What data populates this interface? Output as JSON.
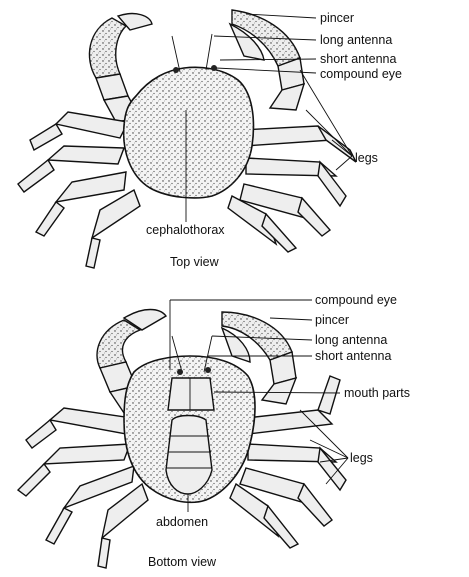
{
  "top_view": {
    "caption": "Top view",
    "labels": {
      "pincer": "pincer",
      "long_antenna": "long antenna",
      "short_antenna": "short antenna",
      "compound_eye": "compound eye",
      "legs": "legs",
      "cephalothorax": "cephalothorax"
    }
  },
  "bottom_view": {
    "caption": "Bottom view",
    "labels": {
      "compound_eye": "compound eye",
      "pincer": "pincer",
      "long_antenna": "long antenna",
      "short_antenna": "short antenna",
      "mouth_parts": "mouth parts",
      "legs": "legs",
      "abdomen": "abdomen"
    }
  }
}
